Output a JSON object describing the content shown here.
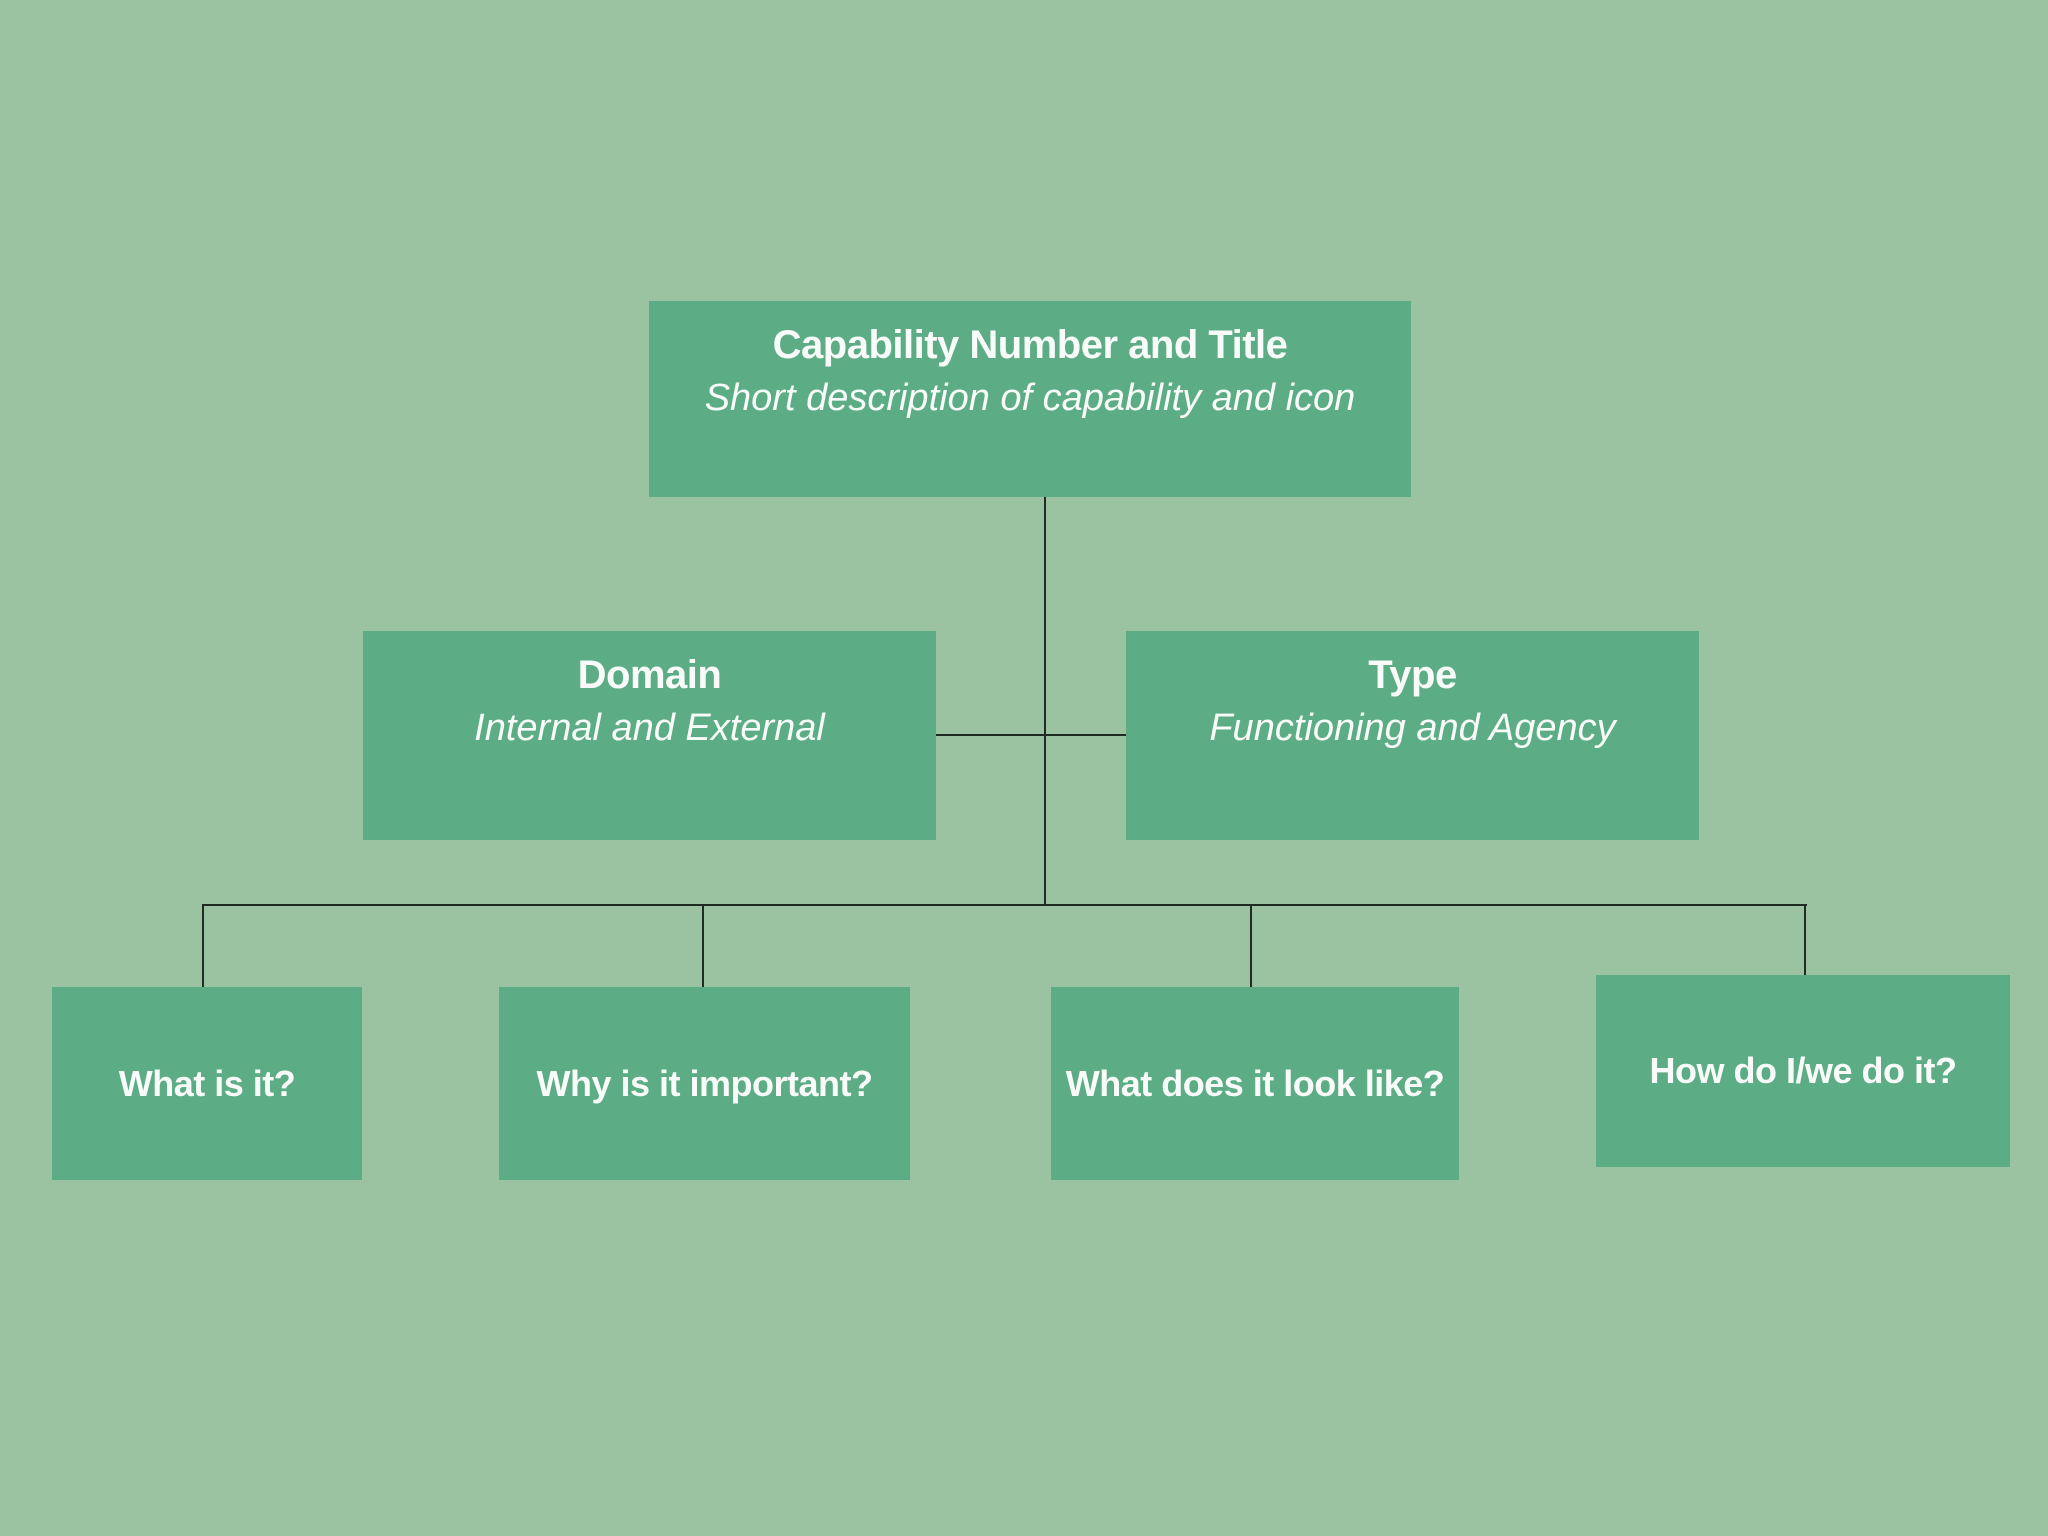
{
  "colors": {
    "background": "#9CC3A1",
    "box": "#5CAD86",
    "line": "#1F2C23",
    "text": "#F8FBF8"
  },
  "nodes": {
    "root": {
      "title": "Capability Number and Title",
      "subtitle": "Short description of capability and icon"
    },
    "domain": {
      "title": "Domain",
      "subtitle": "Internal and External"
    },
    "type": {
      "title": "Type",
      "subtitle": "Functioning and Agency"
    },
    "questions": [
      {
        "label": "What is it?"
      },
      {
        "label": "Why is it important?"
      },
      {
        "label": "What does it look like?"
      },
      {
        "label": "How do I/we do it?"
      }
    ]
  }
}
